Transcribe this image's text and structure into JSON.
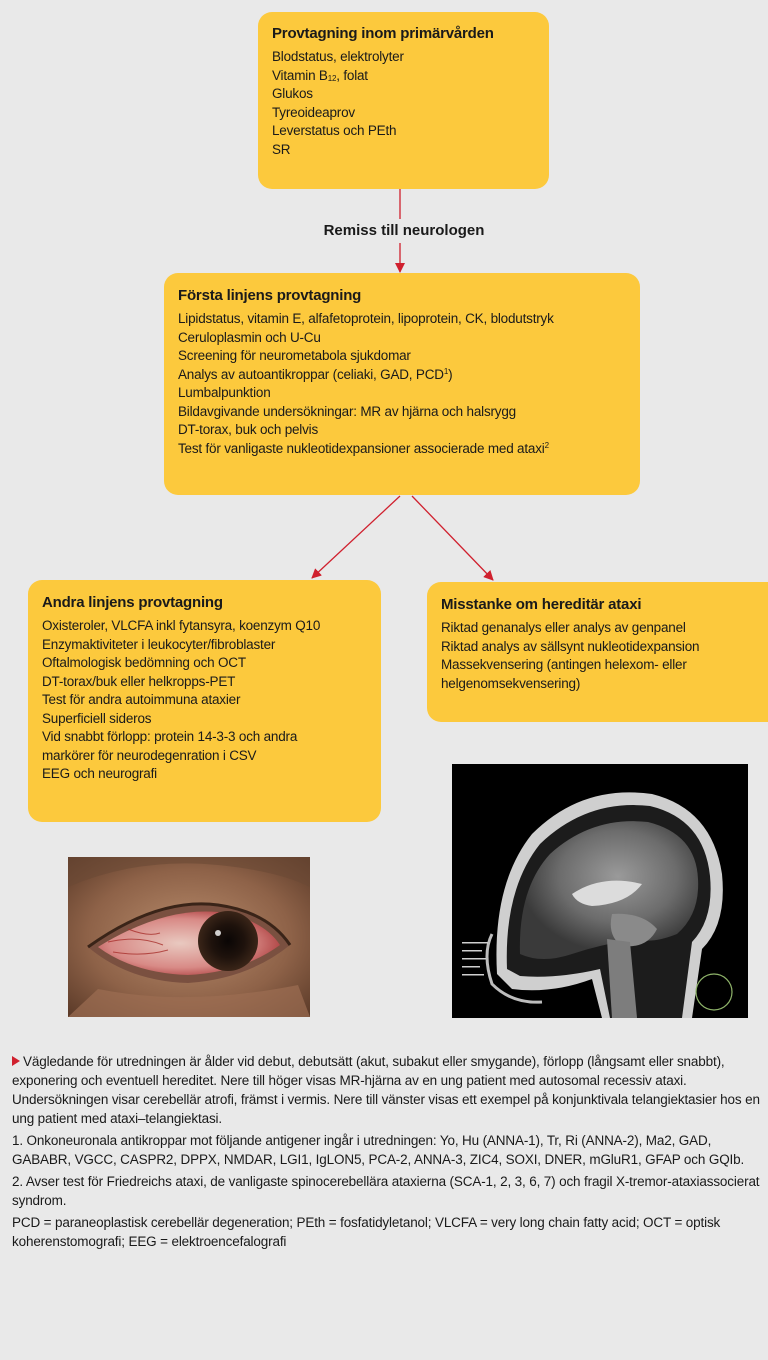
{
  "primary_box": {
    "title": "Provtagning inom primärvården",
    "items": [
      "Blodstatus, elektrolyter",
      "Vitamin B",
      "12",
      ", folat",
      "Glukos",
      "Tyreoideaprov",
      "Leverstatus och PEth",
      "SR"
    ]
  },
  "remiss_label": "Remiss till neurologen",
  "first_line_box": {
    "title": "Första linjens provtagning",
    "items": [
      "Lipidstatus, vitamin E, alfafetoprotein, lipoprotein, CK, blodutstryk",
      "Ceruloplasmin och U-Cu",
      "Screening för neurometabola sjukdomar",
      "Analys av autoantikroppar (celiaki, GAD, PCD",
      "1",
      ")",
      "Lumbalpunktion",
      "Bildavgivande undersökningar: MR av hjärna och halsrygg",
      "DT-torax, buk och pelvis",
      "Test för vanligaste nukleotidexpansioner associerade med ataxi",
      "2"
    ]
  },
  "second_line_box": {
    "title": "Andra linjens provtagning",
    "items": [
      "Oxisteroler, VLCFA inkl fytansyra, koenzym Q10",
      "Enzymaktiviteter i leukocyter/fibroblaster",
      "Oftalmologisk bedömning och OCT",
      "DT-torax/buk eller helkropps-PET",
      "Test för andra autoimmuna ataxier",
      "Superficiell sideros",
      "Vid snabbt förlopp: protein 14-3-3 och andra markörer för neurodegenration i CSV",
      "EEG och neurografi"
    ]
  },
  "hereditary_box": {
    "title": "Misstanke om hereditär ataxi",
    "items": [
      "Riktad genanalys eller analys av genpanel",
      "Riktad analys av sällsynt nukleotidexpansion",
      "Massekvensering (antingen helexom- eller helgenomsekvensering)"
    ]
  },
  "caption": {
    "main": "Vägledande för utredningen är ålder vid debut, debutsätt (akut, subakut eller smygande), förlopp (långsamt eller snabbt), exponering och eventuell hereditet. Nere till höger visas MR-hjärna av en ung patient med autosomal recessiv ataxi. Undersökningen visar cerebellär atrofi, främst i vermis. Nere till vänster visas ett exempel på konjunktivala telangiektasier hos en ung patient med ataxi–telangiektasi.",
    "note1": "1. Onkoneuronala antikroppar mot följande antigener ingår i utredningen: Yo, Hu (ANNA-1), Tr, Ri (ANNA-2), Ma2, GAD, GABABR, VGCC, CASPR2, DPPX, NMDAR, LGI1, IgLON5, PCA-2, ANNA-3, ZIC4, SOXI, DNER, mGluR1, GFAP och GQIb.",
    "note2": "2. Avser test för Friedreichs ataxi, de vanligaste spinocerebellära ataxierna (SCA-1, 2, 3, 6, 7) och fragil X-tremor-ataxiassocierat syndrom.",
    "abbrev": "PCD = paraneoplastisk cerebellär degeneration; PEth = fosfatidyletanol; VLCFA = very long chain fatty acid; OCT = optisk koherenstomografi; EEG = elektroencefalografi"
  },
  "colors": {
    "box_fill": "#fcc93d",
    "arrow": "#d0202e",
    "background": "#e9e9e9"
  }
}
